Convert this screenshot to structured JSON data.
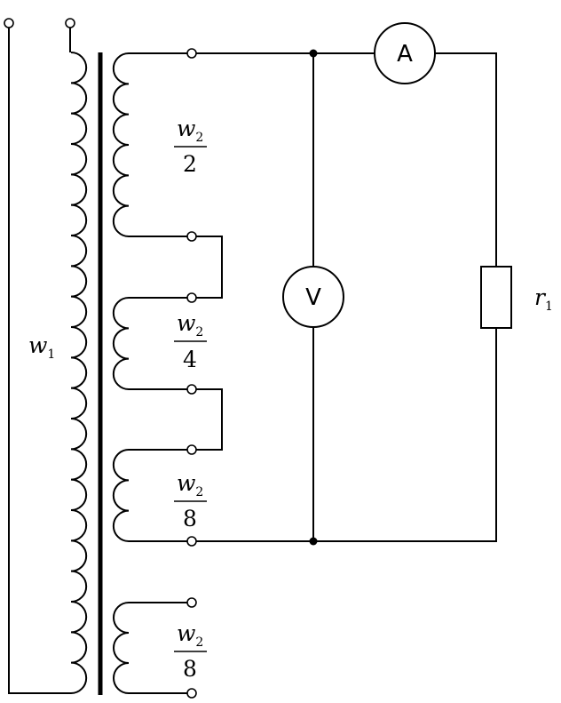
{
  "primary_winding": {
    "symbol": "w",
    "subscript": "1"
  },
  "secondary_sections": [
    {
      "numerator": "w",
      "subscript": "2",
      "denominator": "2"
    },
    {
      "numerator": "w",
      "subscript": "2",
      "denominator": "4"
    },
    {
      "numerator": "w",
      "subscript": "2",
      "denominator": "8"
    },
    {
      "numerator": "w",
      "subscript": "2",
      "denominator": "8"
    }
  ],
  "ammeter": {
    "label": "A"
  },
  "voltmeter": {
    "label": "V"
  },
  "load_resistor": {
    "symbol": "r",
    "subscript": "1"
  }
}
